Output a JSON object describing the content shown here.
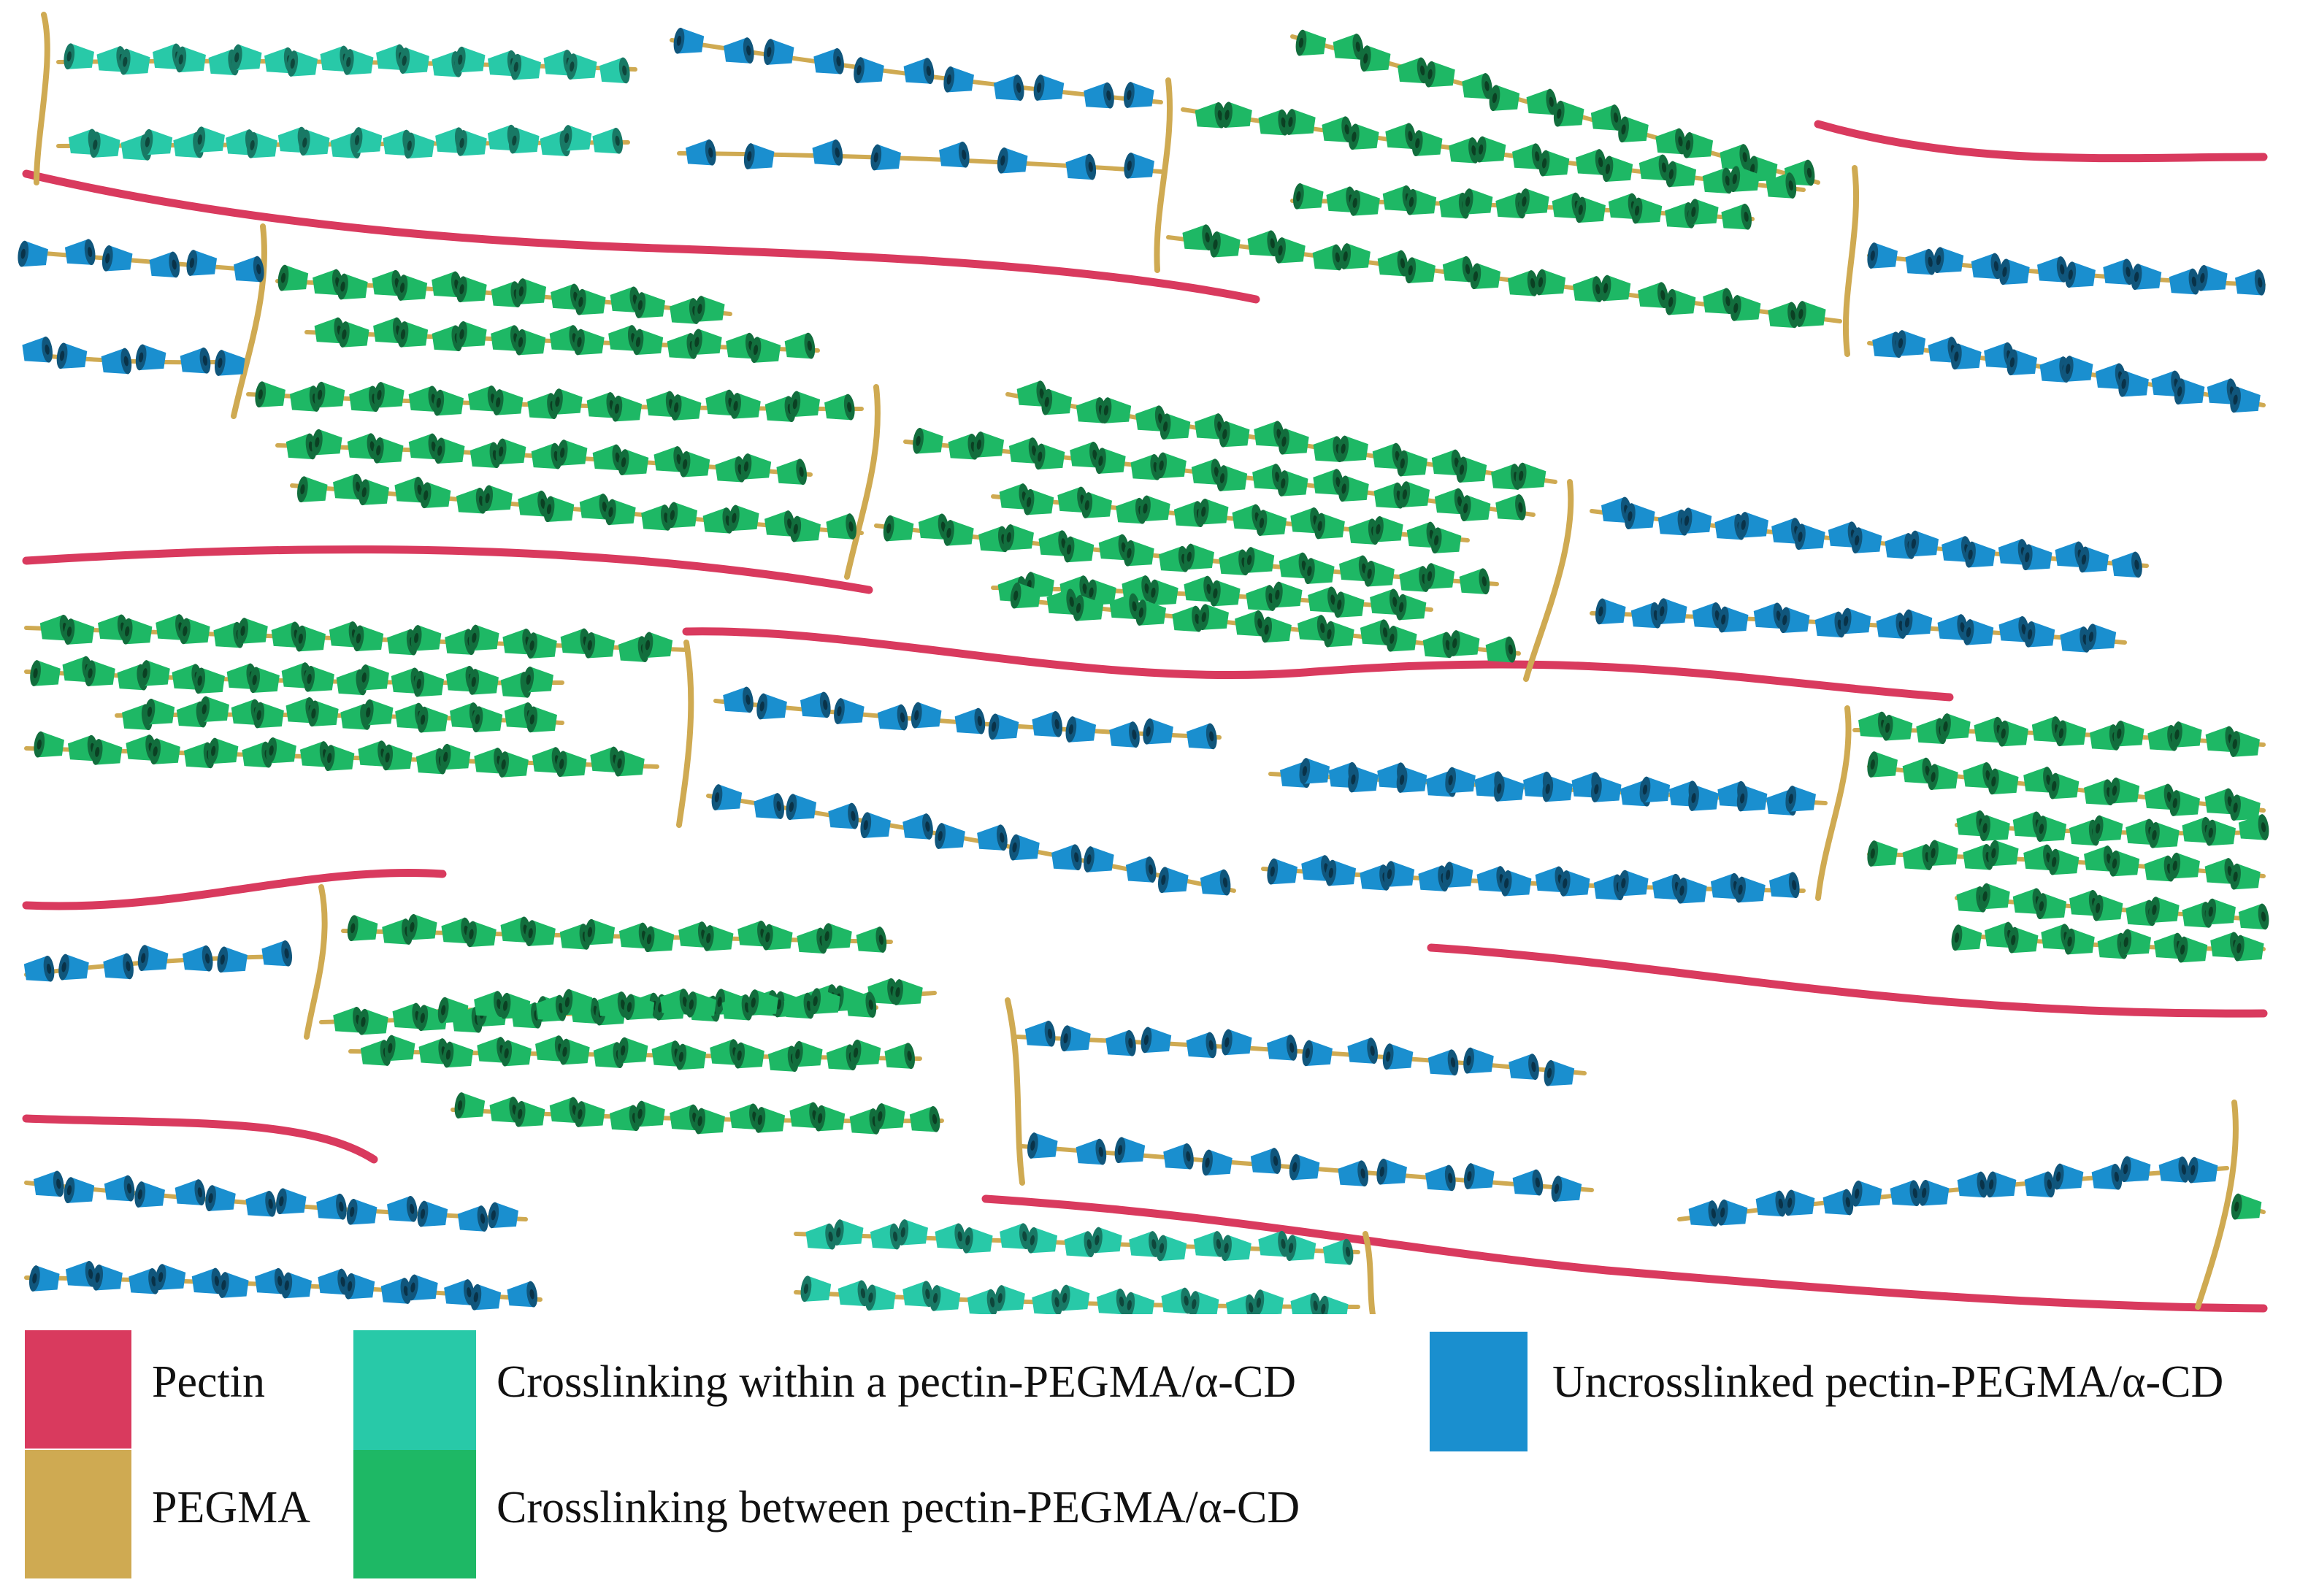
{
  "colors": {
    "pectin": "#d93a5e",
    "pegma": "#cfaa52",
    "crosslink_within": "#28c9a8",
    "crosslink_between": "#1eb865",
    "uncrosslinked": "#1a8fcf"
  },
  "legend": {
    "pectin_label": "Pectin",
    "pegma_label": "PEGMA",
    "within_label": "Crosslinking  within a pectin-PEGMA/α-CD",
    "between_label": "Crosslinking  between pectin-PEGMA/α-CD",
    "uncrosslinked_label": "Uncrosslinked  pectin-PEGMA/α-CD"
  },
  "chain_kinds": [
    "pectin",
    "pegma",
    "crosslink_within",
    "crosslink_between",
    "uncrosslinked"
  ],
  "bead_icon": "alpha-cyclodextrin-cone-icon"
}
